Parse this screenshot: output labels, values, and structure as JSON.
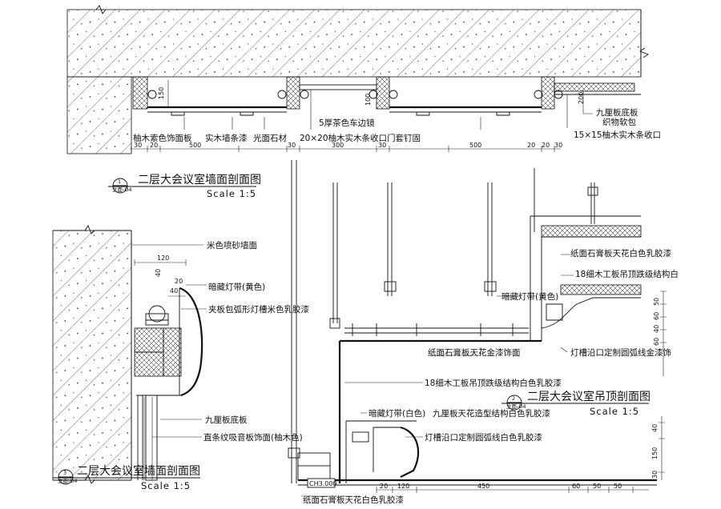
{
  "section_a": {
    "title": "二层大会议室墙面剖面图",
    "scale": "Scale   1:5",
    "tag_top": "1",
    "tag_bottom": "立面-D4",
    "labels": {
      "l1": "柚木索色饰面板",
      "l2": "实木墙条漆",
      "l3": "光面石材",
      "l4": "20×20柚木实木条收口门套钉固",
      "l5": "5厚茶色车边镜",
      "l6": "九厘板底板",
      "l7": "织物软包",
      "l8": "15×15柚木实木条收口"
    },
    "dims": {
      "d1": "30",
      "d2": "20",
      "d3": "500",
      "d4": "30",
      "d5": "30",
      "d6": "300",
      "d7": "20",
      "d8": "500",
      "d9": "20",
      "d10": "30",
      "v1": "150",
      "v2": "100",
      "v3": "200"
    }
  },
  "section_b": {
    "title": "二层大会议室墙面剖面图",
    "scale": "Scale   1:5",
    "tag_top": "3",
    "tag_bottom": "立面-D4",
    "labels": {
      "l1": "米色喷砂墙面",
      "l2": "暗藏灯带(黄色)",
      "l3": "夹板包弧形灯槽米色乳胶漆",
      "l4": "九厘板底板",
      "l5": "直条纹吸音板饰面(柚木色)"
    },
    "dims": {
      "d1": "120",
      "d2": "40",
      "d3": "40",
      "d4": "20"
    }
  },
  "section_c": {
    "title": "二层大会议室吊顶剖面图",
    "scale": "Scale   1:5",
    "tag_top": "2",
    "tag_bottom": "立面-D4",
    "level": "CH3.000",
    "labels": {
      "l1": "纸面石膏板天花白色乳胶漆",
      "l2": "18细木工板吊顶跌级结构白",
      "l3": "暗藏灯带(黄色)",
      "l4": "纸面石膏板天花金漆饰面",
      "l5": "灯槽沿口定制圆弧线金漆饰",
      "l6": "18细木工板吊顶跌级结构白色乳胶漆",
      "l7": "暗藏灯带(白色)",
      "l8": "九厘板天花造型结构白色乳胶漆",
      "l9": "灯槽沿口定制圆弧线白色乳胶漆",
      "l10": "纸面石膏板天花白色乳胶漆"
    },
    "dims": {
      "v1": "50",
      "v2": "60",
      "v3": "40",
      "v4": "60",
      "v5": "40",
      "v6": "150",
      "v7": "30",
      "h1": "20",
      "h2": "120",
      "h3": "450",
      "h4": "60",
      "h5": "50",
      "h6": "50"
    }
  }
}
